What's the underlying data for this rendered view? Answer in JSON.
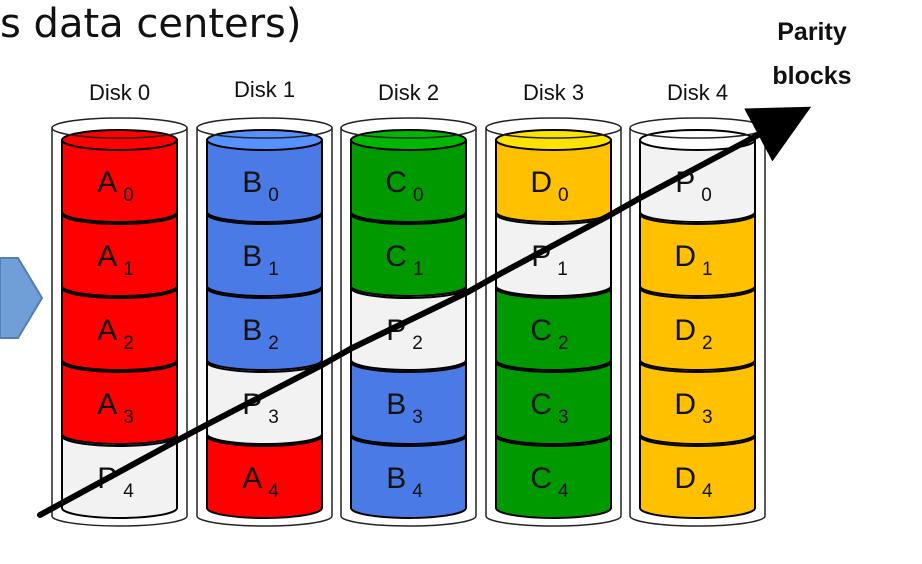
{
  "heading_text": "s data centers)",
  "parity_label_lines": [
    "Parity",
    "blocks"
  ],
  "colors": {
    "A": "#ff0000",
    "B": "#4a7ae6",
    "C": "#009a00",
    "D": "#ffc000",
    "P": "#f2f2f2",
    "arrow_tab": "#6f9fd6"
  },
  "disks": [
    {
      "label": "Disk 0",
      "blocks": [
        {
          "letter": "A",
          "sub": "0",
          "kind": "A"
        },
        {
          "letter": "A",
          "sub": "1",
          "kind": "A"
        },
        {
          "letter": "A",
          "sub": "2",
          "kind": "A"
        },
        {
          "letter": "A",
          "sub": "3",
          "kind": "A"
        },
        {
          "letter": "P",
          "sub": "4",
          "kind": "P"
        }
      ]
    },
    {
      "label": "Disk 1",
      "blocks": [
        {
          "letter": "B",
          "sub": "0",
          "kind": "B"
        },
        {
          "letter": "B",
          "sub": "1",
          "kind": "B"
        },
        {
          "letter": "B",
          "sub": "2",
          "kind": "B"
        },
        {
          "letter": "P",
          "sub": "3",
          "kind": "P"
        },
        {
          "letter": "A",
          "sub": "4",
          "kind": "A"
        }
      ]
    },
    {
      "label": "Disk 2",
      "blocks": [
        {
          "letter": "C",
          "sub": "0",
          "kind": "C"
        },
        {
          "letter": "C",
          "sub": "1",
          "kind": "C"
        },
        {
          "letter": "P",
          "sub": "2",
          "kind": "P"
        },
        {
          "letter": "B",
          "sub": "3",
          "kind": "B"
        },
        {
          "letter": "B",
          "sub": "4",
          "kind": "B"
        }
      ]
    },
    {
      "label": "Disk 3",
      "blocks": [
        {
          "letter": "D",
          "sub": "0",
          "kind": "D"
        },
        {
          "letter": "P",
          "sub": "1",
          "kind": "P"
        },
        {
          "letter": "C",
          "sub": "2",
          "kind": "C"
        },
        {
          "letter": "C",
          "sub": "3",
          "kind": "C"
        },
        {
          "letter": "C",
          "sub": "4",
          "kind": "C"
        }
      ]
    },
    {
      "label": "Disk 4",
      "blocks": [
        {
          "letter": "P",
          "sub": "0",
          "kind": "P"
        },
        {
          "letter": "D",
          "sub": "1",
          "kind": "D"
        },
        {
          "letter": "D",
          "sub": "2",
          "kind": "D"
        },
        {
          "letter": "D",
          "sub": "3",
          "kind": "D"
        },
        {
          "letter": "D",
          "sub": "4",
          "kind": "D"
        }
      ]
    }
  ]
}
